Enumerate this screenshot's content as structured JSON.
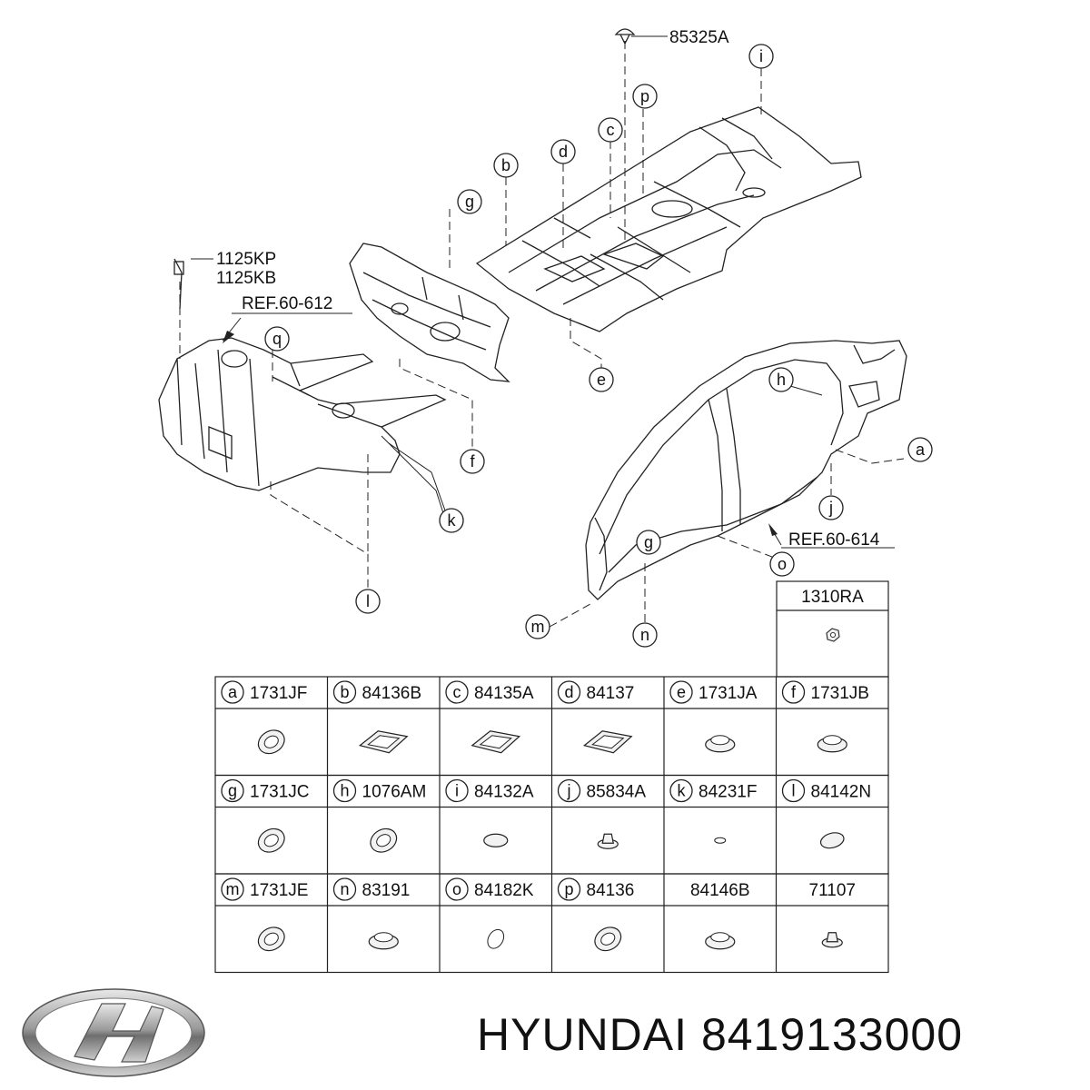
{
  "callouts": [
    {
      "id": "lbl-85325a",
      "text": "85325A"
    },
    {
      "id": "lbl-1125kp",
      "text": "1125KP"
    },
    {
      "id": "lbl-1125kb",
      "text": "1125KB"
    },
    {
      "id": "lbl-ref612",
      "text": "REF.60-612"
    },
    {
      "id": "lbl-ref614",
      "text": "REF.60-614"
    }
  ],
  "letters": [
    "a",
    "b",
    "c",
    "d",
    "e",
    "f",
    "g",
    "h",
    "i",
    "j",
    "k",
    "l",
    "m",
    "n",
    "o",
    "p",
    "q"
  ],
  "top_cell": {
    "code": "1310RA"
  },
  "table": [
    [
      {
        "letter": "a",
        "code": "1731JF",
        "shape": "ring"
      },
      {
        "letter": "b",
        "code": "84136B",
        "shape": "rect"
      },
      {
        "letter": "c",
        "code": "84135A",
        "shape": "rect"
      },
      {
        "letter": "d",
        "code": "84137",
        "shape": "rect"
      },
      {
        "letter": "e",
        "code": "1731JA",
        "shape": "cap"
      },
      {
        "letter": "f",
        "code": "1731JB",
        "shape": "cap"
      }
    ],
    [
      {
        "letter": "g",
        "code": "1731JC",
        "shape": "ring"
      },
      {
        "letter": "h",
        "code": "1076AM",
        "shape": "ring"
      },
      {
        "letter": "i",
        "code": "84132A",
        "shape": "disc"
      },
      {
        "letter": "j",
        "code": "85834A",
        "shape": "clip"
      },
      {
        "letter": "k",
        "code": "84231F",
        "shape": "dot"
      },
      {
        "letter": "l",
        "code": "84142N",
        "shape": "oval"
      }
    ],
    [
      {
        "letter": "m",
        "code": "1731JE",
        "shape": "ring"
      },
      {
        "letter": "n",
        "code": "83191",
        "shape": "cap"
      },
      {
        "letter": "o",
        "code": "84182K",
        "shape": "thin"
      },
      {
        "letter": "p",
        "code": "84136",
        "shape": "ring"
      },
      {
        "letter": "",
        "code": "84146B",
        "shape": "cap"
      },
      {
        "letter": "",
        "code": "71107",
        "shape": "clip"
      }
    ]
  ],
  "footer": {
    "brand": "HYUNDAI",
    "part_number": "8419133000"
  }
}
